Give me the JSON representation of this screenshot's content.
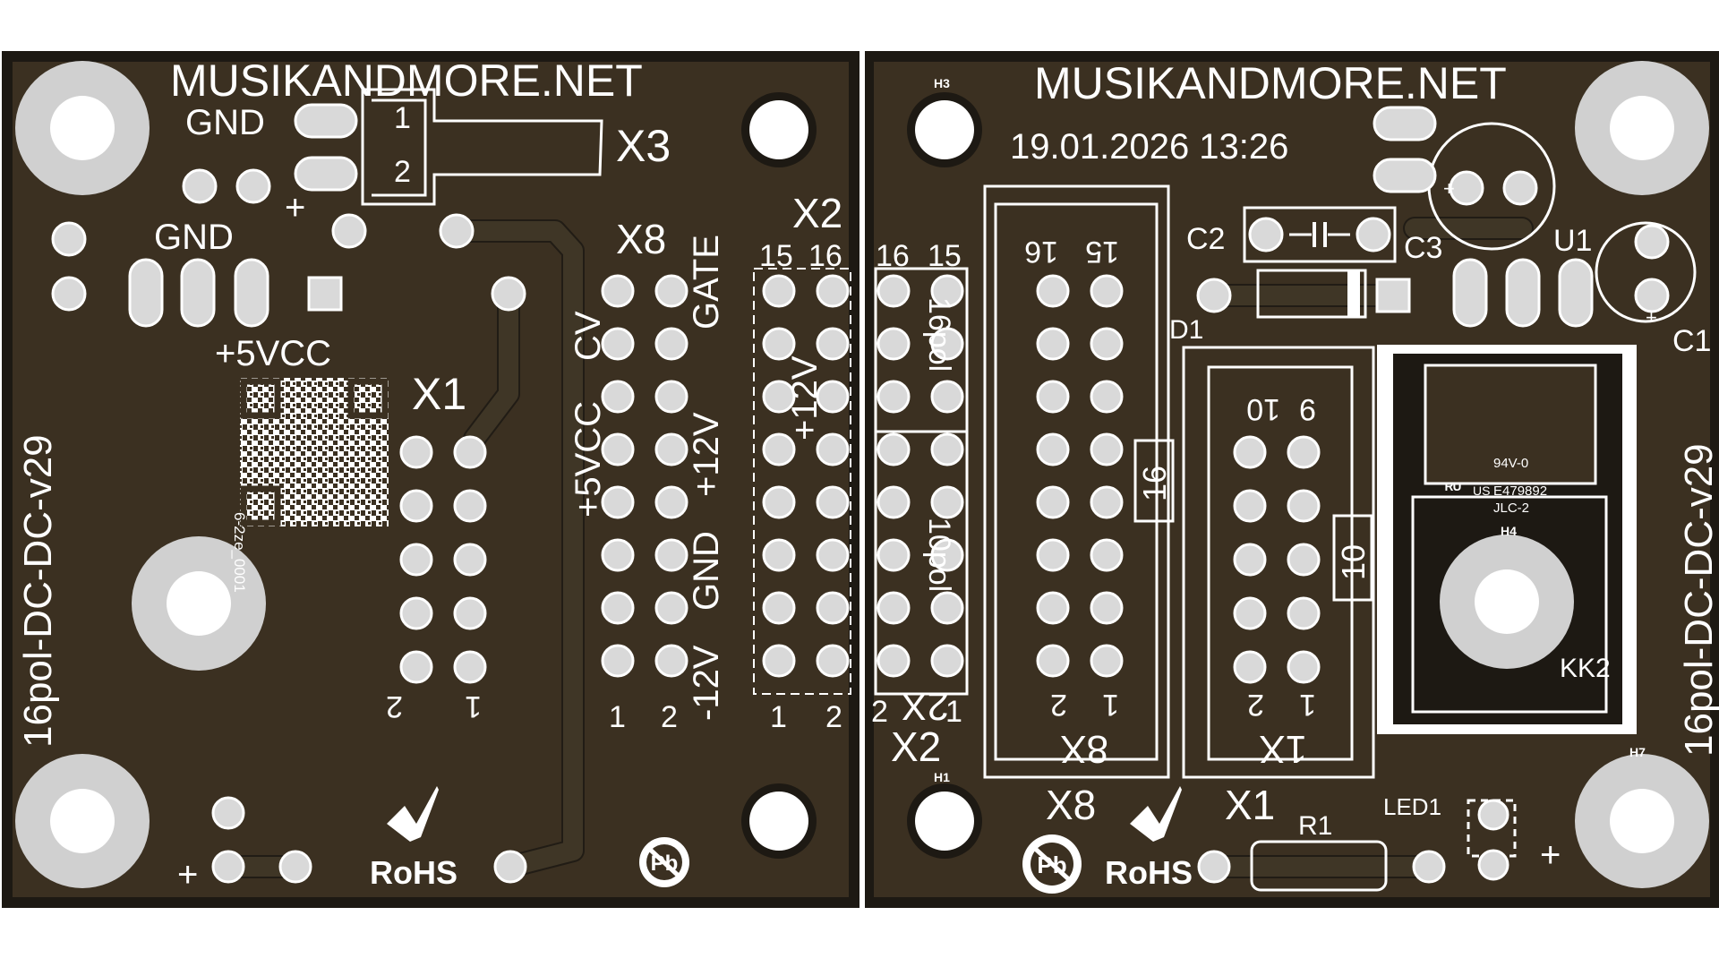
{
  "left_board": {
    "brand": "MUSIKANDMORE.NET",
    "board_name": "16pol-DC-DC-v29",
    "qr_serial": "6-2ze_0001",
    "labels": {
      "gnd_top": "GND",
      "gnd_mid": "GND",
      "plus_top": "+",
      "plus_bottom": "+",
      "vcc": "+5VCC",
      "x1": "X1",
      "x2": "X2",
      "x3": "X3",
      "x8": "X8",
      "x3_pin1": "1",
      "x3_pin2": "2",
      "x2_pin15": "15",
      "x2_pin16": "16",
      "x2_pin1": "1",
      "x2_pin2": "2",
      "x8_pin1": "1",
      "x8_pin2": "2",
      "x1_pin1": "1",
      "x1_pin2": "2",
      "gate": "GATE",
      "cv": "CV",
      "vcc_col": "+5VCC",
      "gnd_col": "GND",
      "p12v": "+12V",
      "m12v": "-12V",
      "x2_rail": "+12V",
      "rohs": "RoHS",
      "pb": "Pb"
    }
  },
  "right_board": {
    "brand": "MUSIKANDMORE.NET",
    "board_name": "16pol-DC-DC-v29",
    "timestamp": "19.01.2026 13:26",
    "labels": {
      "h3": "H3",
      "h1": "H1",
      "h4": "H4",
      "h7": "H7",
      "c1": "C1",
      "c2": "C2",
      "c3": "C3",
      "u1": "U1",
      "d1": "D1",
      "r1": "R1",
      "led1": "LED1",
      "kk2": "KK2",
      "x1": "X1",
      "x2": "X2",
      "x8": "X8",
      "x8_mirror": "8X",
      "x1_mirror": "1X",
      "x2_mirror": "2X",
      "x2_p16": "16",
      "x2_p15": "15",
      "x2_p2": "2",
      "x2_p1": "1",
      "x8_p16": "16",
      "x8_p15": "15",
      "x8_p2": "2",
      "x8_p1": "1",
      "x1_p10": "10",
      "x1_p9": "9",
      "x1_p2": "2",
      "x1_p1": "1",
      "box16": "16",
      "box10": "10",
      "pol16": "16pol",
      "pol10": "10pol",
      "ul_94v": "94V-0",
      "ul_e": "E479892",
      "ul_jlc": "JLC-2",
      "ul_us": "US",
      "plus": "+",
      "plus_c1": "+",
      "plus_c3": "+",
      "rohs": "RoHS",
      "pb": "Pb"
    }
  },
  "colors": {
    "board": "#3b3021",
    "board_edge": "#1d1913",
    "silkscreen": "#ffffff",
    "pad": "#d9d9d9"
  }
}
